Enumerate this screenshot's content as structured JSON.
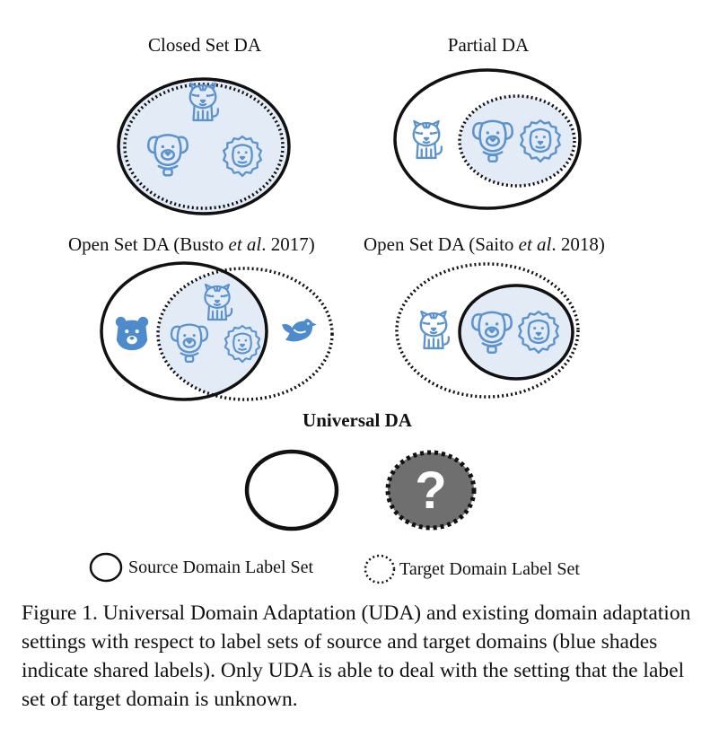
{
  "panels": {
    "closed_set": {
      "title": "Closed Set DA"
    },
    "partial": {
      "title": "Partial DA"
    },
    "open_set_busto": {
      "title_prefix": "Open Set DA (Busto ",
      "title_italic": "et al",
      "title_suffix": ". 2017)"
    },
    "open_set_saito": {
      "title_prefix": "Open Set DA (Saito ",
      "title_italic": "et al",
      "title_suffix": ". 2018)"
    },
    "universal": {
      "title": "Universal DA",
      "unknown_symbol": "?"
    }
  },
  "legend": {
    "source": "Source Domain Label Set",
    "target": "Target Domain Label Set"
  },
  "caption": "Figure 1. Universal Domain Adaptation (UDA) and existing domain adaptation settings with respect to label sets of source and target domains (blue shades indicate shared labels). Only UDA is able to deal with the setting that the label set of target domain is unknown.",
  "colors": {
    "shared_fill": "#e3ebf7",
    "icon_blue": "#5b93cf",
    "unknown_fill": "#6f6f6f"
  },
  "icons": [
    "tiger-icon",
    "dog-icon",
    "lion-icon",
    "bear-icon",
    "bird-icon"
  ]
}
